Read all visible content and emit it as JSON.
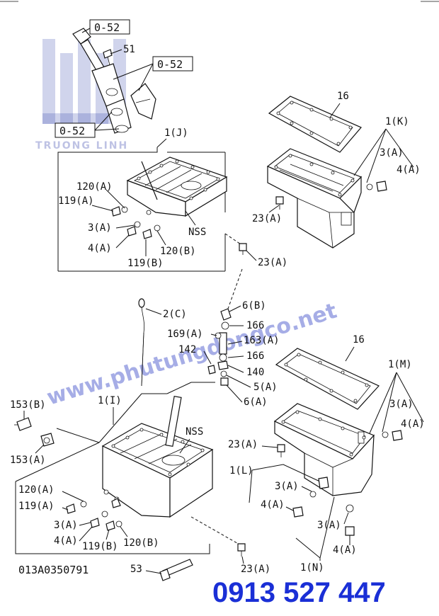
{
  "watermark": {
    "brand": "TRUONG LINH",
    "url": "www.phutungdongco.net"
  },
  "phone": "0913 527 447",
  "drawing_number": "013A0350791",
  "callouts": {
    "box_052_a": "0-52",
    "box_052_b": "0-52",
    "box_052_c": "0-52",
    "p51": "51",
    "p1J": "1(J)",
    "p16_top": "16",
    "p1K": "1(K)",
    "p3A_k": "3(A)",
    "p4A_k": "4(A)",
    "p23A_k": "23(A)",
    "p120A_j": "120(A)",
    "p119A_j": "119(A)",
    "p3A_j": "3(A)",
    "p4A_j": "4(A)",
    "p119B_j": "119(B)",
    "p120B_j": "120(B)",
    "nss_j": "NSS",
    "p23A_j": "23(A)",
    "p2C": "2(C)",
    "p6B": "6(B)",
    "p166a": "166",
    "p169A": "169(A)",
    "p163A": "163(A)",
    "p142": "142",
    "p166b": "166",
    "p140": "140",
    "p5A": "5(A)",
    "p6A": "6(A)",
    "p16_mid": "16",
    "p1M": "1(M)",
    "p3A_m": "3(A)",
    "p4A_m": "4(A)",
    "p23A_m": "23(A)",
    "p1L": "1(L)",
    "p3A_l": "3(A)",
    "p4A_l": "4(A)",
    "p3A_n": "3(A)",
    "p4A_n": "4(A)",
    "p1N": "1(N)",
    "p153B": "153(B)",
    "p153A": "153(A)",
    "p1I": "1(I)",
    "nss_i": "NSS",
    "p120A_i": "120(A)",
    "p119A_i": "119(A)",
    "p3A_i": "3(A)",
    "p4A_i": "4(A)",
    "p119B_i": "119(B)",
    "p120B_i": "120(B)",
    "p23A_i": "23(A)",
    "p53": "53"
  }
}
